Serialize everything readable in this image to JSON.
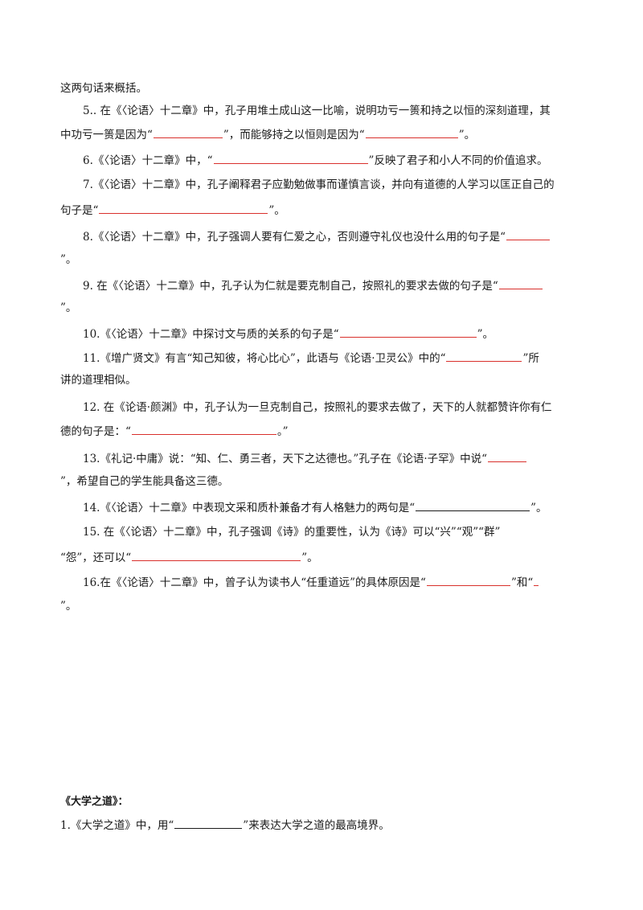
{
  "items": {
    "intro_tail": "这两句话来概括。",
    "q5": {
      "a": "5.. 在《〈论语〉十二章》中，孔子用堆土成山这一比喻，说明功亏一篑和持之以恒的深刻道理，其",
      "b1": "中功亏一篑是因为“",
      "b2": "”，而能够持之以恒则是因为“",
      "b3": "”。"
    },
    "q6": {
      "a1": "6.《〈论语〉十二章》中，“",
      "a2": "”反映了君子和小人不同的价值追求。"
    },
    "q7": {
      "a": "7.《〈论语〉十二章》中，孔子阐释君子应勤勉做事而谨慎言谈，并向有道德的人学习以匡正自己的",
      "b1": "句子是“",
      "b2": "”。"
    },
    "q8": {
      "a": "8.《〈论语〉十二章》中，孔子强调人要有仁爱之心，否则遵守礼仪也没什么用的句子是“",
      "b": "”。"
    },
    "q9": {
      "a": "9. 在《〈论语〉十二章》中，孔子认为仁就是要克制自己，按照礼的要求去做的句子是“",
      "b": "”。"
    },
    "q10": {
      "a1": "10.《〈论语〉十二章》中探讨文与质的关系的句子是“",
      "a2": "”。"
    },
    "q11": {
      "a1": "11.《增广贤文》有言“知己知彼，将心比心”，此语与《论语·卫灵公》中的“",
      "a2": "”所",
      "b": "讲的道理相似。"
    },
    "q12": {
      "a": "12. 在《论语·颜渊》中，孔子认为一旦克制自己，按照礼的要求去做了，天下的人就都赞许你有仁",
      "b1": "德的句子是：“",
      "b2": "。”"
    },
    "q13": {
      "a": "13.《礼记·中庸》说：“知、仁、勇三者，天下之达德也。”孔子在《论语·子罕》中说“",
      "b": "”，希望自己的学生能具备这三德。"
    },
    "q14": {
      "a1": "14.《〈论语〉十二章》中表现文采和质朴兼备才有人格魅力的两句是“",
      "a2": "”。"
    },
    "q15": {
      "a": "15. 在《〈论语〉十二章》中，孔子强调《诗》的重要性，认为《诗》可以“兴”“观”“群”",
      "b1": "“怨”，还可以“",
      "b2": "”。"
    },
    "q16": {
      "a1": "16.在《〈论语〉十二章》中，曾子认为读书人“任重道远”的具体原因是“",
      "a2": "”和“",
      "b": "”。"
    },
    "section_daxue": {
      "heading": "《大学之道》：",
      "q1a": "1.《大学之道》中，用“",
      "q1b": "”来表达大学之道的最高境界。"
    }
  }
}
